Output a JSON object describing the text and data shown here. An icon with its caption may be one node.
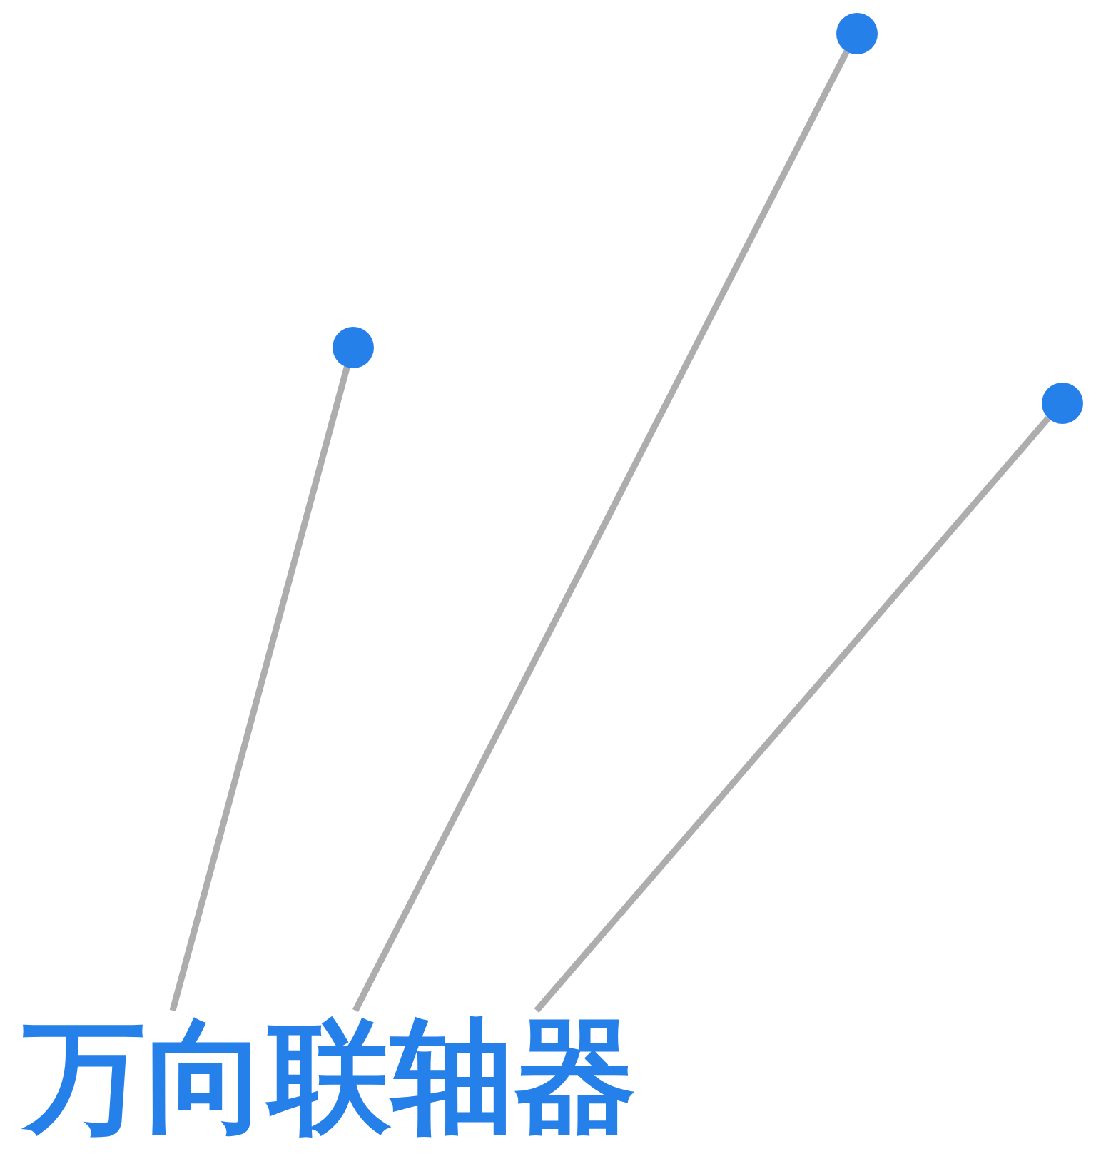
{
  "diagram": {
    "nodes": [
      {
        "text": [
          "万向联轴器"
        ]
      },
      {
        "text": [],
        "shape": "circle"
      },
      {
        "text": [],
        "shape": "circle"
      },
      {
        "text": [],
        "shape": "circle"
      }
    ],
    "edges": [
      {
        "from": 0,
        "to": 1,
        "arrow": "none"
      },
      {
        "from": 0,
        "to": 2,
        "arrow": "none"
      },
      {
        "from": 0,
        "to": 3,
        "arrow": "none"
      }
    ]
  }
}
